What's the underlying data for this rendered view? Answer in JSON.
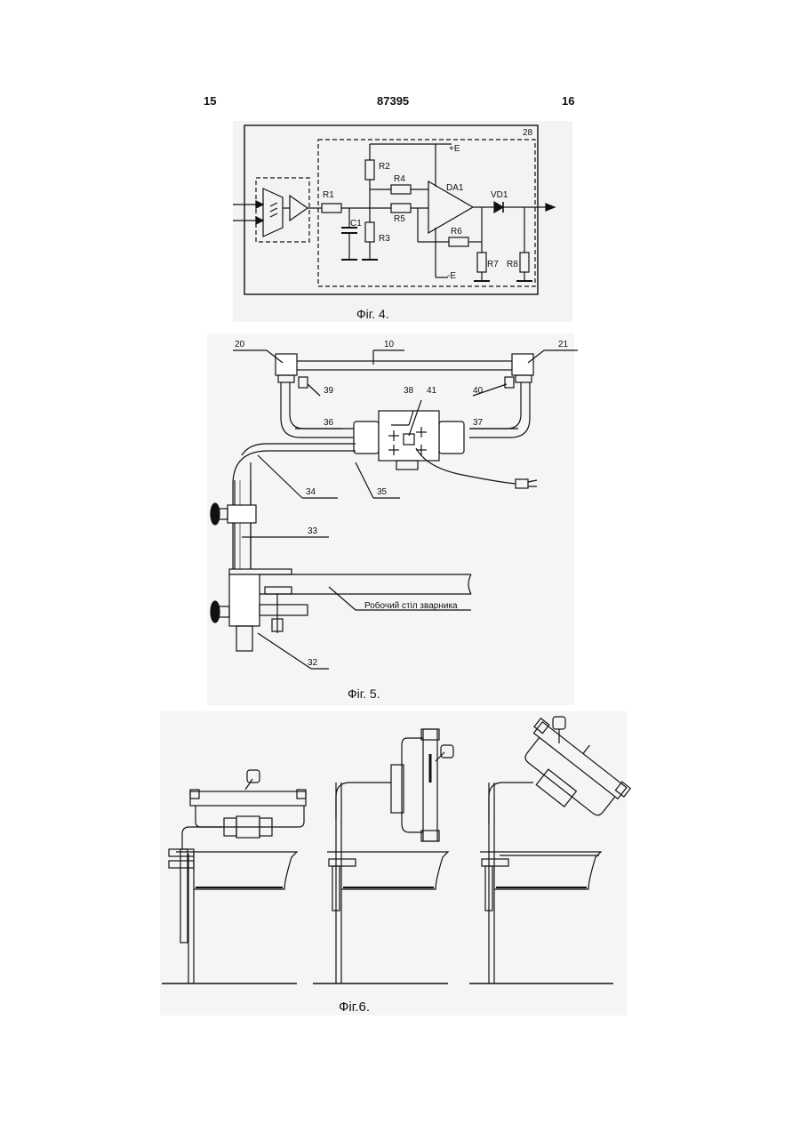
{
  "header": {
    "left_page": "15",
    "patent_number": "87395",
    "right_page": "16"
  },
  "fig4": {
    "caption": "Фіг. 4.",
    "block_label": "28",
    "labels": {
      "plus_e": "+E",
      "minus_e": "-E",
      "r1": "R1",
      "r2": "R2",
      "r3": "R3",
      "r4": "R4",
      "r5": "R5",
      "r6": "R6",
      "r7": "R7",
      "r8": "R8",
      "c1": "C1",
      "da1": "DA1",
      "vd1": "VD1"
    }
  },
  "fig5": {
    "caption": "Фіг. 5.",
    "callouts": {
      "n10": "10",
      "n20": "20",
      "n21": "21",
      "n32": "32",
      "n33": "33",
      "n34": "34",
      "n35": "35",
      "n36": "36",
      "n37": "37",
      "n38": "38",
      "n39": "39",
      "n40": "40",
      "n41": "41"
    },
    "table_label": "Робочий стіл зварника"
  },
  "fig6": {
    "caption": "Фіг.6."
  }
}
